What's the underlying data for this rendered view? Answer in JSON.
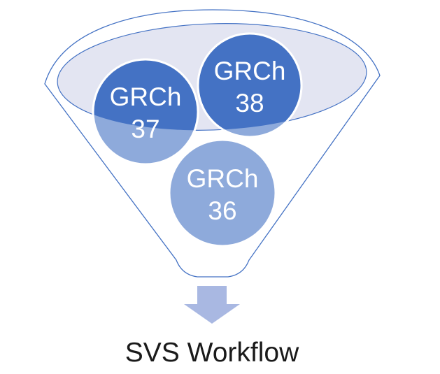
{
  "diagram": {
    "type": "funnel",
    "description": "Funnel diagram collecting three genome builds into one workflow",
    "bubbles": [
      {
        "line1": "GRCh",
        "line2": "37",
        "tone": "dual"
      },
      {
        "line1": "GRCh",
        "line2": "38",
        "tone": "dual"
      },
      {
        "line1": "GRCh",
        "line2": "36",
        "tone": "light"
      }
    ],
    "output_label": "SVS Workflow",
    "colors": {
      "dark_blue": "#4472C4",
      "light_blue": "#8EAADB",
      "lavender": "#E3E5F2",
      "arrow": "#A9B8E2",
      "outline": "#4472C4",
      "bubble_stroke": "#FFFFFF",
      "bubble_text": "#FFFFFF",
      "caption_text": "#1A1A1A",
      "background": "#FFFFFF"
    }
  }
}
